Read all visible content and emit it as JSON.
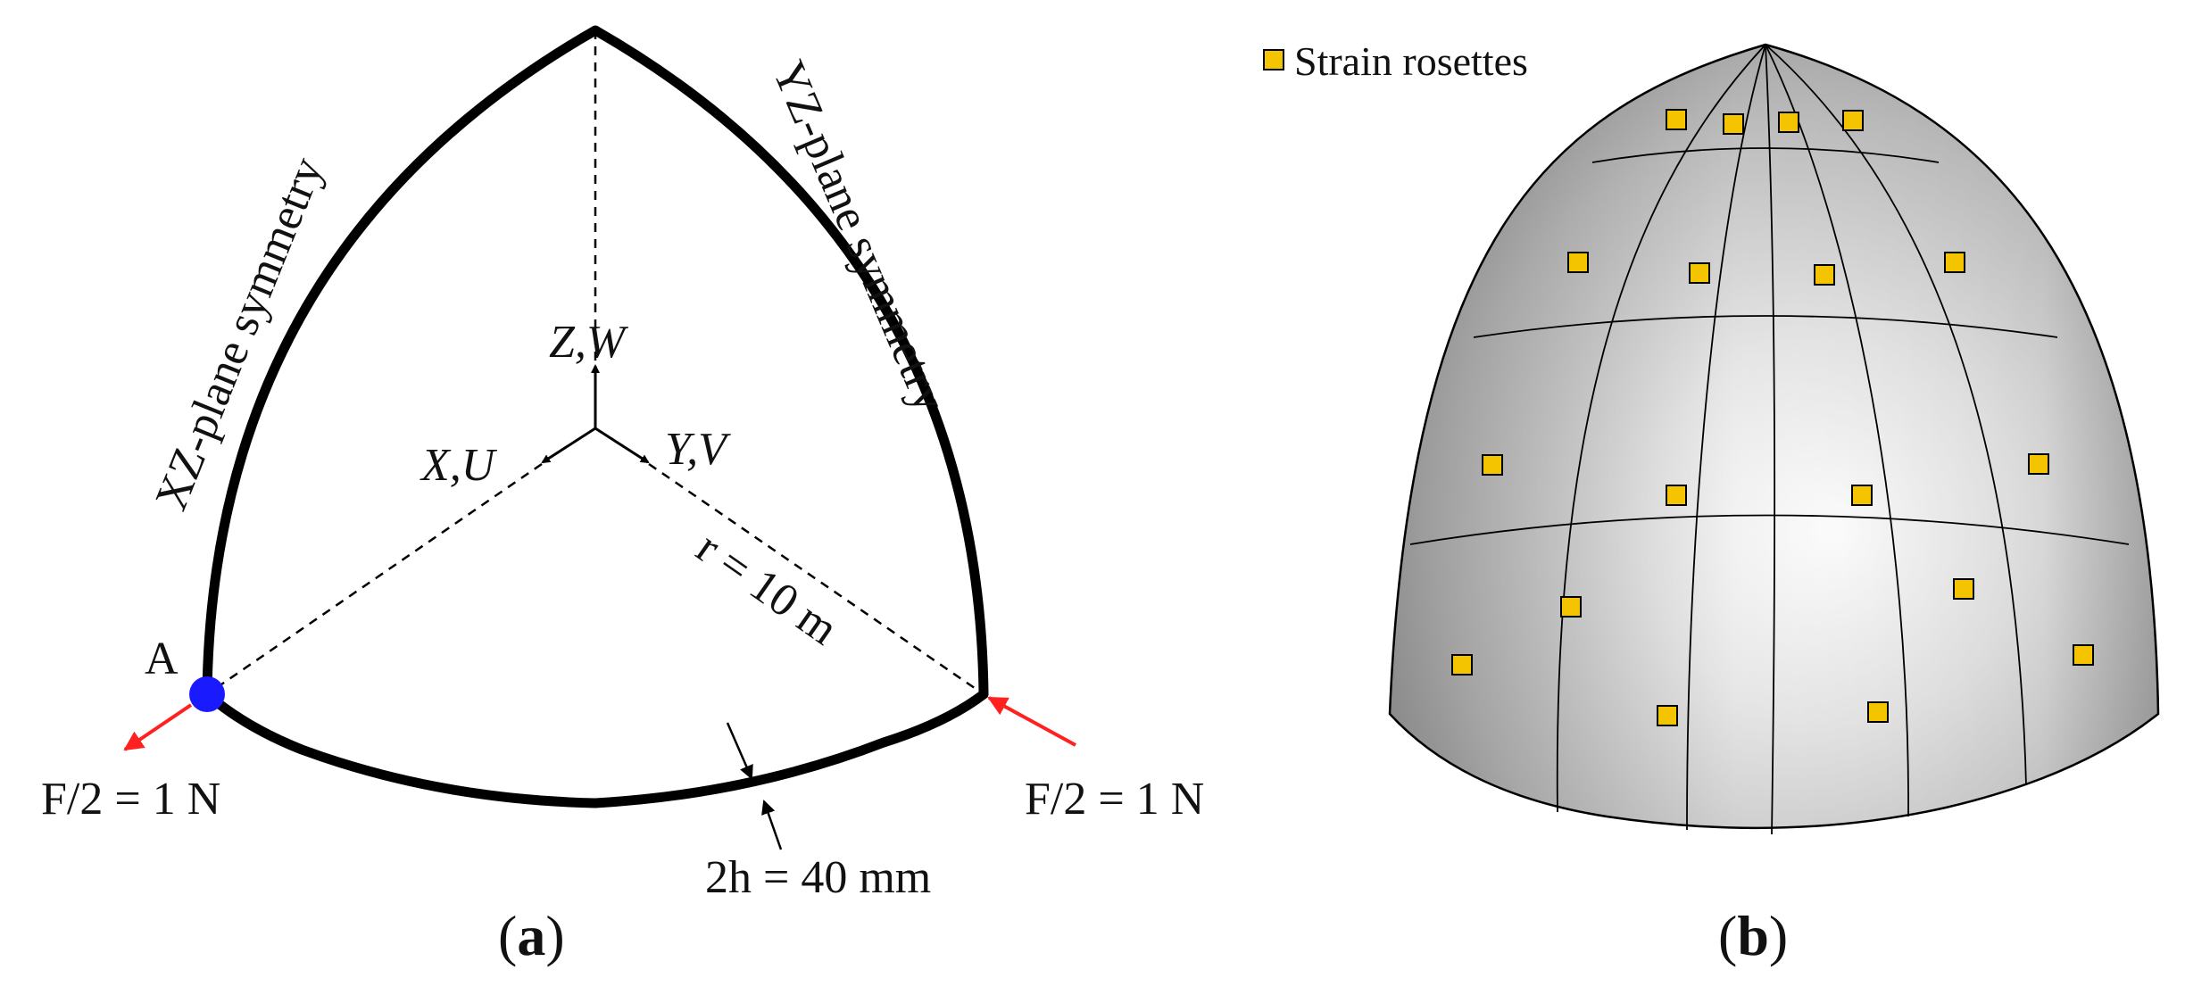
{
  "panel_a": {
    "label_open": "(",
    "label_letter": "a",
    "label_close": ")",
    "xz_symmetry": "XZ-plane symmetry",
    "yz_symmetry": "YZ-plane symmetry",
    "axis_z": "Z,W",
    "axis_x": "X,U",
    "axis_y": "Y,V",
    "radius": "r = 10 m",
    "point_a": "A",
    "force_left": "F/2 = 1 N",
    "force_right": "F/2 = 1 N",
    "thickness": "2h = 40 mm",
    "colors": {
      "point": "#1a1aff",
      "force": "#ff2020",
      "shell": "#000000"
    }
  },
  "panel_b": {
    "label_open": "(",
    "label_letter": "b",
    "label_close": ")",
    "legend_text": "Strain rosettes",
    "rosette_count": 18,
    "colors": {
      "rosette": "#f5c400",
      "shell_light": "#f4f4f4",
      "shell_dark": "#9c9c9c"
    }
  }
}
